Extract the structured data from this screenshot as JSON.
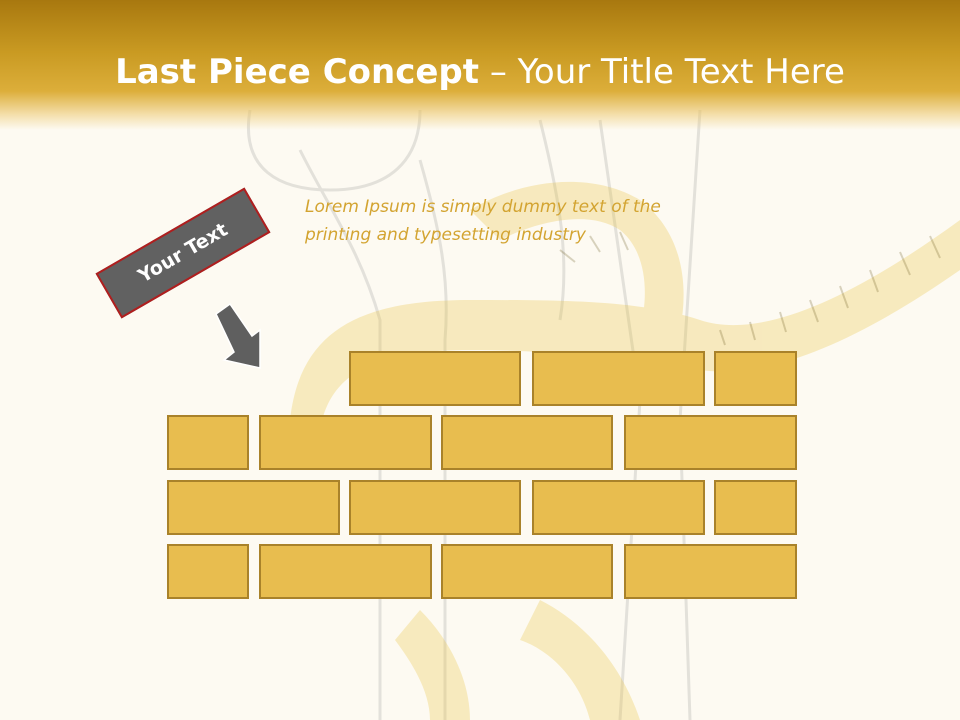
{
  "slide": {
    "title_bold": "Last Piece Concept",
    "title_rest": " – Your Title Text Here",
    "body_text": "Lorem Ipsum is simply dummy text of the printing and typesetting industry",
    "tag_label": "Your Text"
  },
  "colors": {
    "header": "#c99a22",
    "brick_fill": "#e8bd4f",
    "brick_border": "#a9822a",
    "tag_fill": "#616161",
    "tag_border": "#b01e1e",
    "body_text": "#d3a431",
    "arrow": "#5f5f5f"
  },
  "icons": {
    "arrow": "down-right-arrow-icon",
    "background": "measuring-tape-and-glass-illustration"
  }
}
